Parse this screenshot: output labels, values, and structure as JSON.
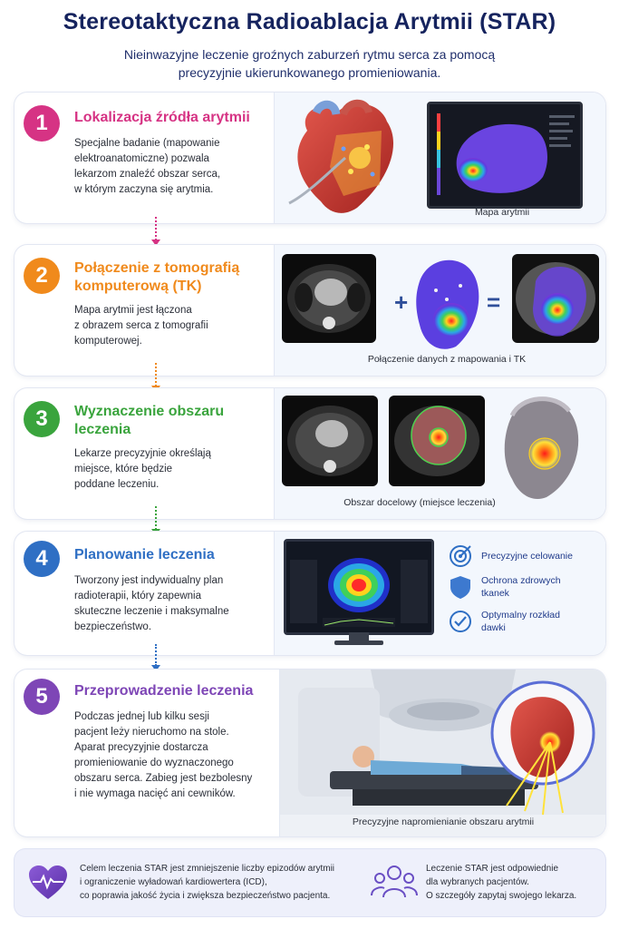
{
  "header": {
    "title": "Stereotaktyczna Radioablacja Arytmii (STAR)",
    "subtitle_line1": "Nieinwazyjne leczenie groźnych zaburzeń rytmu serca za pomocą",
    "subtitle_line2": "precyzyjnie ukierunkowanego promieniowania."
  },
  "colors": {
    "step1": "#d63384",
    "step2": "#f08a1c",
    "step3": "#3aa43d",
    "step4": "#2f6fc4",
    "step5": "#7e46b6",
    "title": "#15235e"
  },
  "steps": [
    {
      "number": "1",
      "title_line1": "Lokalizacja źródła arytmii",
      "text": [
        "Specjalne badanie (mapowanie",
        "elektroanatomiczne) pozwala",
        "lekarzom znaleźć obszar serca,",
        "w którym zaczyna się arytmia."
      ],
      "caption": "Mapa arytmii"
    },
    {
      "number": "2",
      "title_line1": "Połączenie z tomografią",
      "title_line2": "komputerową (TK)",
      "text": [
        "Mapa arytmii jest łączona",
        "z obrazem serca z tomografii",
        "komputerowej."
      ],
      "caption": "Połączenie danych z mapowania i TK",
      "plus": "+",
      "equals": "="
    },
    {
      "number": "3",
      "title_line1": "Wyznaczenie obszaru",
      "title_line2": "leczenia",
      "text": [
        "Lekarze precyzyjnie określają",
        "miejsce, które będzie",
        "poddane leczeniu."
      ],
      "caption": "Obszar docelowy (miejsce leczenia)"
    },
    {
      "number": "4",
      "title_line1": "Planowanie leczenia",
      "text": [
        "Tworzony jest indywidualny plan",
        "radioterapii, który zapewnia",
        "skuteczne leczenie i maksymalne",
        "bezpieczeństwo."
      ],
      "features": [
        {
          "icon": "target-icon",
          "line1": "Precyzyjne celowanie",
          "line2": ""
        },
        {
          "icon": "shield-icon",
          "line1": "Ochrona zdrowych",
          "line2": "tkanek"
        },
        {
          "icon": "check-circle-icon",
          "line1": "Optymalny rozkład",
          "line2": "dawki"
        }
      ]
    },
    {
      "number": "5",
      "title_line1": "Przeprowadzenie leczenia",
      "text": [
        "Podczas jednej lub kilku sesji",
        "pacjent leży nieruchomo na stole.",
        "Aparat precyzyjnie dostarcza",
        "promieniowanie do wyznaczonego",
        "obszaru serca. Zabieg jest bezbolesny",
        "i nie wymaga nacięć ani cewników."
      ],
      "caption": "Precyzyjne napromienianie obszaru arytmii"
    }
  ],
  "footer": {
    "left": [
      "Celem leczenia STAR jest zmniejszenie liczby epizodów arytmii",
      "i ograniczenie wyładowań kardiowertera (ICD),",
      "co poprawia jakość życia i zwiększa bezpieczeństwo pacjenta."
    ],
    "right": [
      "Leczenie STAR jest odpowiednie",
      "dla wybranych pacjentów.",
      "O szczegóły zapytaj swojego lekarza."
    ]
  }
}
